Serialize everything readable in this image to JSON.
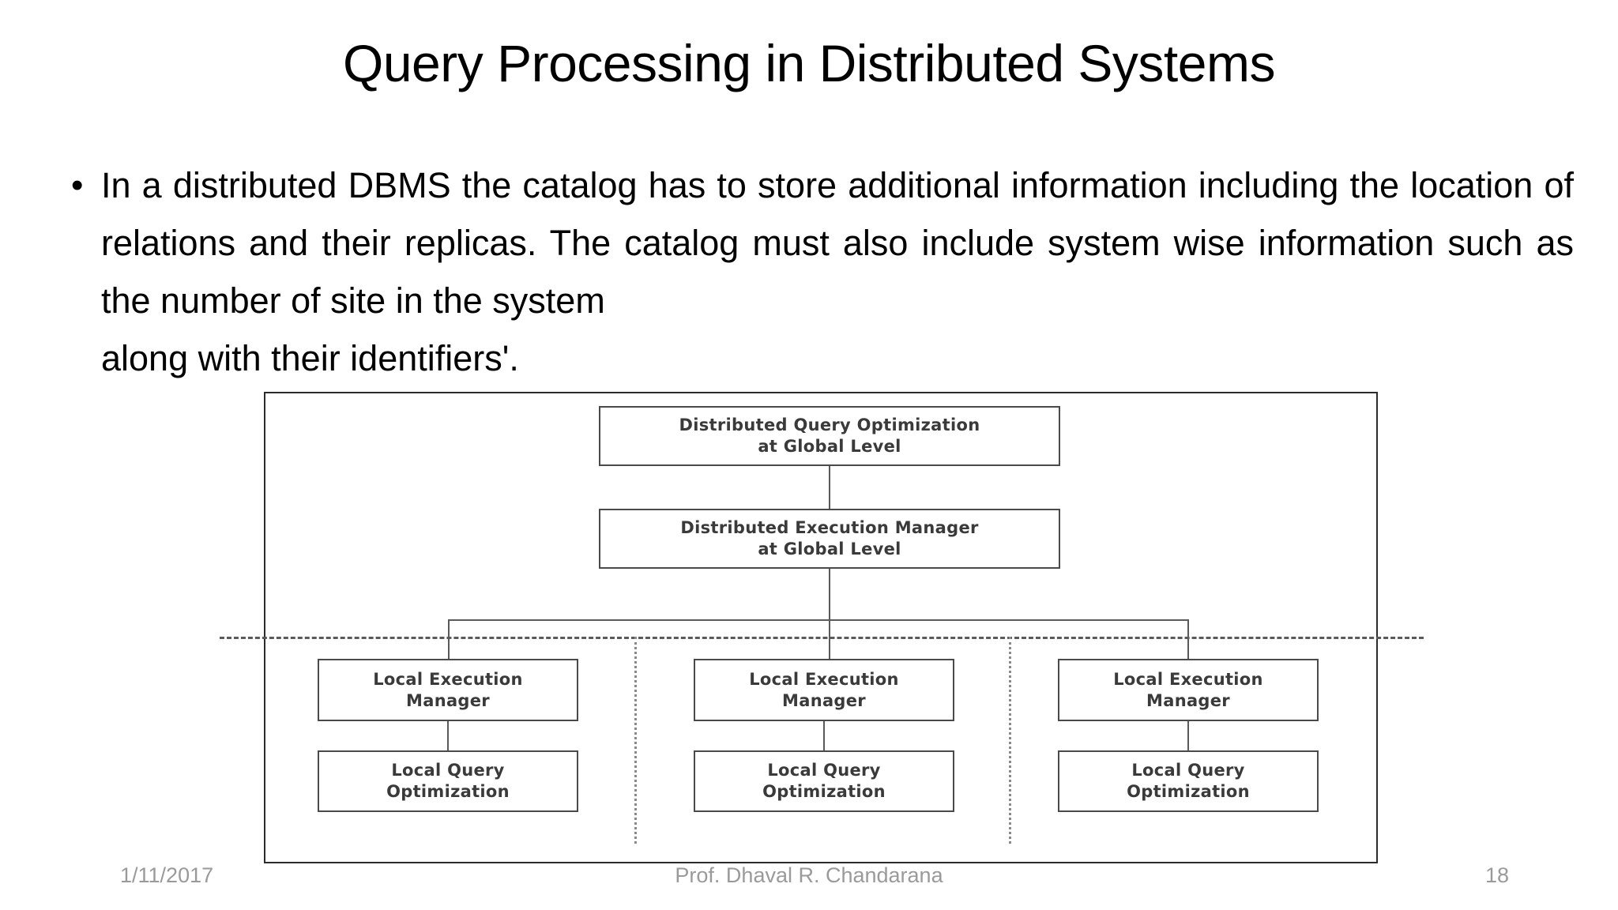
{
  "slide": {
    "title": "Query Processing in Distributed Systems",
    "bullet_marker": "•",
    "body_text": "In a distributed DBMS the catalog has to store additional information including the location of relations and their replicas. The catalog must also include system wise information such as the number of site in the system",
    "body_last_line": "along with their identifiers'."
  },
  "diagram": {
    "nodes": {
      "distributed_query_optimization": "Distributed Query Optimization\nat Global Level",
      "distributed_execution_manager": "Distributed Execution Manager\nat Global Level",
      "local_execution_manager": "Local Execution\nManager",
      "local_query_optimization": "Local Query\nOptimization"
    },
    "columns": [
      {
        "id": "site-1",
        "local_execution_manager": "Local Execution\nManager",
        "local_query_optimization": "Local Query\nOptimization"
      },
      {
        "id": "site-2",
        "local_execution_manager": "Local Execution\nManager",
        "local_query_optimization": "Local Query\nOptimization"
      },
      {
        "id": "site-3",
        "local_execution_manager": "Local Execution\nManager",
        "local_query_optimization": "Local Query\nOptimization"
      }
    ]
  },
  "footer": {
    "date": "1/11/2017",
    "author": "Prof. Dhaval R. Chandarana",
    "page_number": "18"
  },
  "colors": {
    "text": "#000000",
    "footer_text": "#9a9a9a",
    "node_border": "#4a4a4a",
    "node_text": "#3a3a3a",
    "frame_border": "#2b2b2b",
    "connector": "#5a5a5a",
    "dashed_separator": "#8a8a8a",
    "background": "#ffffff"
  }
}
